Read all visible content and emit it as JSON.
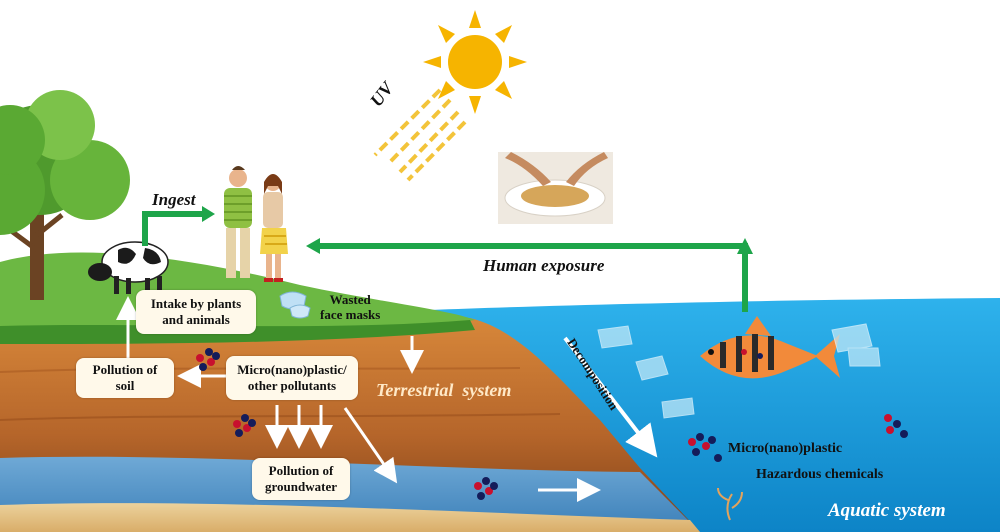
{
  "colors": {
    "sky": "#ffffff",
    "sun": "#f6b400",
    "uv_rays": "#f3c43a",
    "grass": "#5fa63a",
    "soil_top": "#c9722e",
    "soil_bottom": "#8a4a1c",
    "groundwater": "#4f8fc5",
    "sand": "#e6c48a",
    "sea": "#1b9ad9",
    "green_arrow": "#1ea54a",
    "white_arrow": "#ffffff",
    "microplastic_red": "#c8102e",
    "microplastic_navy": "#141c5a"
  },
  "labels": {
    "uv": "UV",
    "ingest": "Ingest",
    "human_exposure": "Human exposure",
    "wasted_masks": "Wasted\nface masks",
    "terrestrial": "Terrestrial  system",
    "aquatic": "Aquatic system",
    "decomposition": "Decomposition",
    "microplastic": "Micro(nano)plastic",
    "hazardous": "Hazardous chemicals"
  },
  "boxes": {
    "intake": "Intake by plants\nand animals",
    "pollution_soil": "Pollution of\nsoil",
    "micro_pollutants": "Micro(nano)plastic/\nother pollutants",
    "groundwater": "Pollution of\ngroundwater"
  },
  "icons": {
    "sun": "sun-icon",
    "tree": "tree-icon",
    "cow": "cow-icon",
    "people": "people-icon",
    "food": "food-plate-icon",
    "fish": "fish-icon",
    "masks": "face-mask-icon",
    "microplastic_cluster": "microplastic-cluster-icon"
  }
}
